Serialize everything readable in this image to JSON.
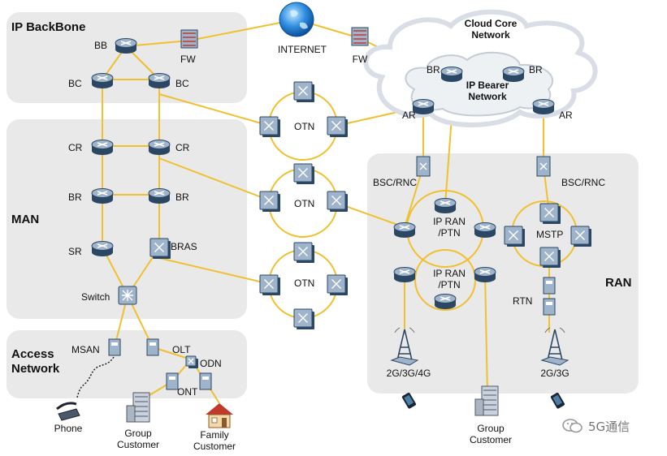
{
  "regions": {
    "ip_backbone": "IP BackBone",
    "man": "MAN",
    "access_network": "Access\nNetwork",
    "ran": "RAN"
  },
  "cloud": {
    "title": "Cloud Core\nNetwork",
    "bearer": "IP Bearer\nNetwork"
  },
  "nodes": {
    "bb": "BB",
    "fw_backbone": "FW",
    "internet": "INTERNET",
    "fw_cloud": "FW",
    "bc_left": "BC",
    "bc_right": "BC",
    "br_cloud_left": "BR",
    "br_cloud_right": "BR",
    "ar_left": "AR",
    "ar_right": "AR",
    "cr_left": "CR",
    "cr_right": "CR",
    "br_man_left": "BR",
    "br_man_right": "BR",
    "sr": "SR",
    "bras": "BRAS",
    "switch": "Switch",
    "otn_1": "OTN",
    "otn_2": "OTN",
    "otn_3": "OTN",
    "bsc_rnc_left": "BSC/RNC",
    "bsc_rnc_right": "BSC/RNC",
    "ip_ran_ptn_1": "IP RAN\n/PTN",
    "ip_ran_ptn_2": "IP RAN\n/PTN",
    "mstp": "MSTP",
    "rtn": "RTN",
    "tower_left": "2G/3G/4G",
    "tower_right": "2G/3G",
    "msan": "MSAN",
    "olt": "OLT",
    "odn": "ODN",
    "ont": "ONT",
    "phone": "Phone",
    "group_customer_access": "Group\nCustomer",
    "family_customer": "Family\nCustomer",
    "group_customer_ran": "Group\nCustomer"
  },
  "watermark": "5G通信",
  "colors": {
    "link": "#f0c030",
    "region_bg": "#e9e9e9",
    "device_face": "#9fb4cb",
    "device_dark": "#2b4764",
    "globe": "#2f8fe0"
  }
}
